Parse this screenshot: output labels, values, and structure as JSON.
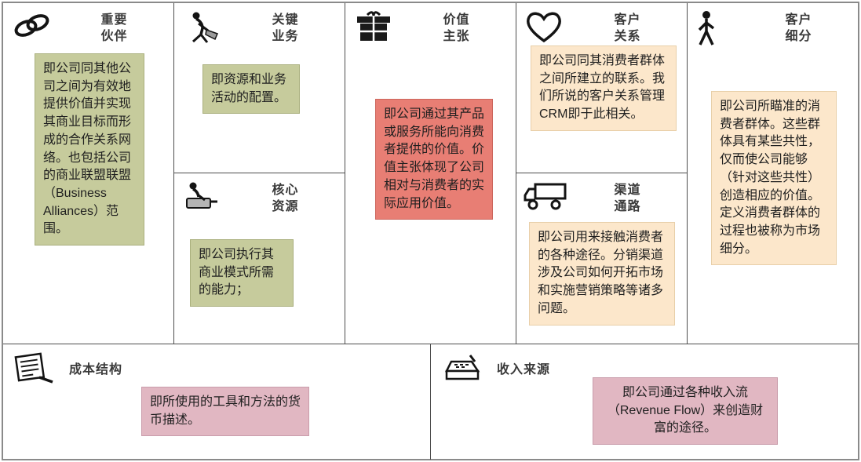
{
  "blocks": {
    "key_partners": {
      "title": "重要\n伙伴",
      "note": "即公司同其他公司之间为有效地提供价值并实现其商业目标而形成的合作关系网络。也包括公司的商业联盟联盟（Business Alliances）范围。"
    },
    "key_activities": {
      "title": "关键\n业务",
      "note": "即资源和业务活动的配置。"
    },
    "key_resources": {
      "title": "核心\n资源",
      "note": "即公司执行其商业模式所需的能力；"
    },
    "value_proposition": {
      "title": "价值\n主张",
      "note": "即公司通过其产品或服务所能向消费者提供的价值。价值主张体现了公司相对与消费者的实际应用价值。"
    },
    "customer_relationships": {
      "title": "客户\n关系",
      "note": "即公司同其消费者群体之间所建立的联系。我们所说的客户关系管理CRM即于此相关。"
    },
    "channels": {
      "title": "渠道\n通路",
      "note": "即公司用来接触消费者的各种途径。分销渠道涉及公司如何开拓市场和实施营销策略等诸多问题。"
    },
    "customer_segments": {
      "title": "客户\n细分",
      "note": "即公司所瞄准的消费者群体。这些群体具有某些共性，仅而使公司能够（针对这些共性）创造相应的价值。定义消费者群体的过程也被称为市场细分。"
    },
    "cost_structure": {
      "title": "成本结构",
      "note": "即所使用的工具和方法的货币描述。"
    },
    "revenue_streams": {
      "title": "收入来源",
      "note": "即公司通过各种收入流（Revenue Flow）来创造财富的途径。"
    }
  },
  "colors": {
    "note_green": "#c6cb9c",
    "note_red": "#e87e74",
    "note_peach": "#fce7cb",
    "note_pink": "#e1b7c2",
    "grid_line": "#4d4d4d"
  }
}
